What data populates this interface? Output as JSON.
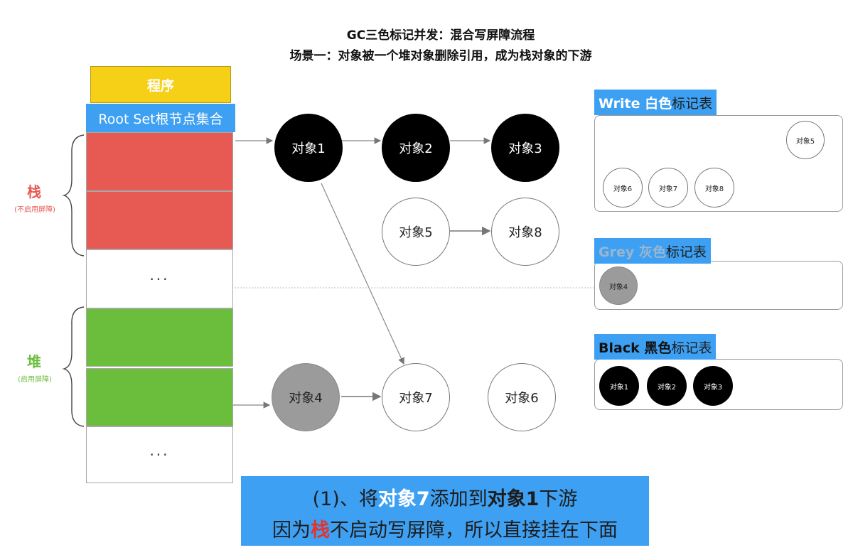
{
  "title": {
    "line1": "GC三色标记并发：混合写屏障流程",
    "line2": "场景一：对象被一个堆对象删除引用，成为栈对象的下游"
  },
  "program_label": "程序",
  "root_set_label": "Root Set根节点集合",
  "ellipsis": "···",
  "stack": {
    "label": "栈",
    "sub": "(不启用屏障)"
  },
  "heap": {
    "label": "堆",
    "sub": "(启用屏障)"
  },
  "nodes": {
    "obj1": "对象1",
    "obj2": "对象2",
    "obj3": "对象3",
    "obj4": "对象4",
    "obj5": "对象5",
    "obj6": "对象6",
    "obj7": "对象7",
    "obj8": "对象8"
  },
  "tables": {
    "white": {
      "head_bold": "Write 白色",
      "head_rest": "标记表",
      "items": [
        "对象5",
        "对象6",
        "对象7",
        "对象8"
      ]
    },
    "grey": {
      "head_bold": "Grey 灰色",
      "head_rest": "标记表",
      "items": [
        "对象4"
      ]
    },
    "black": {
      "head_bold": "Black 黑色",
      "head_rest": "标记表",
      "items": [
        "对象1",
        "对象2",
        "对象3"
      ]
    }
  },
  "bottom": {
    "l1_a": "(1)、将",
    "l1_b": "对象7",
    "l1_c": "添加到",
    "l1_d": "对象1",
    "l1_e": "下游",
    "l2_a": "因为",
    "l2_b": "栈",
    "l2_c": "不启动写屏障，所以直接挂在下面"
  },
  "colors": {
    "accent_blue": "#3ea0f2",
    "stack_red": "#e65a53",
    "heap_green": "#6bbd3c",
    "program_yellow": "#f6d017",
    "grey_node": "#9b9b9b"
  }
}
